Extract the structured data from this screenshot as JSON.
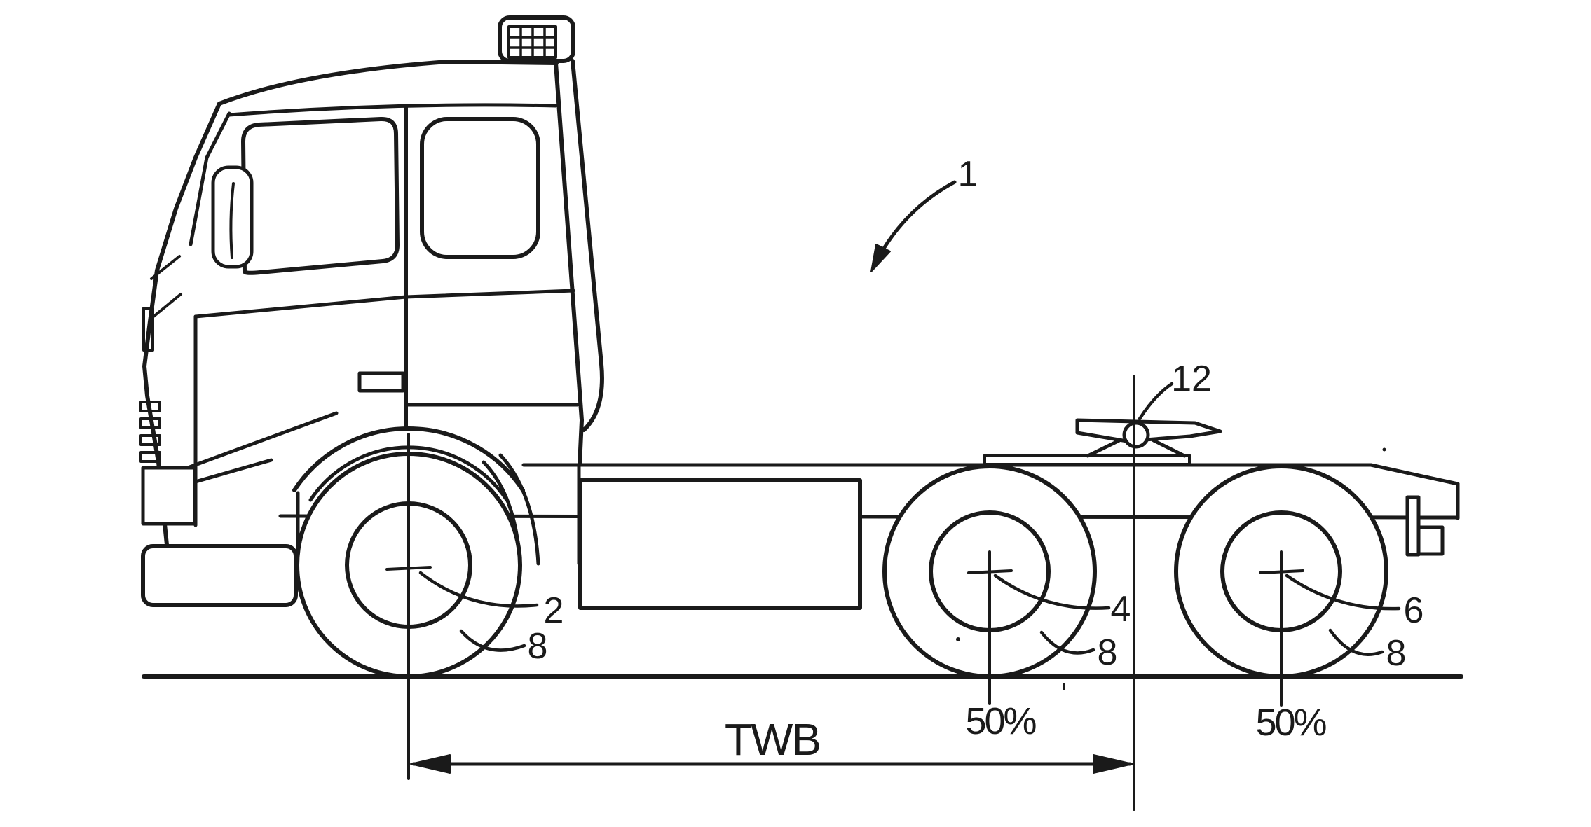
{
  "figure": {
    "description": "Patent-style side-view line drawing of a three-axle truck tractor unit with fifth wheel",
    "background_color": "#ffffff",
    "ink_color": "#1a1a1a"
  },
  "labels": {
    "vehicle": "1",
    "front_axle": "2",
    "first_rear_axle": "4",
    "second_rear_axle": "6",
    "front_wheel": "8",
    "middle_wheel": "8",
    "rear_wheel": "8",
    "fifth_wheel": "12"
  },
  "dimensions": {
    "wheelbase": "TWB",
    "middle_axle_load_share": "50%",
    "rear_axle_load_share": "50%"
  }
}
